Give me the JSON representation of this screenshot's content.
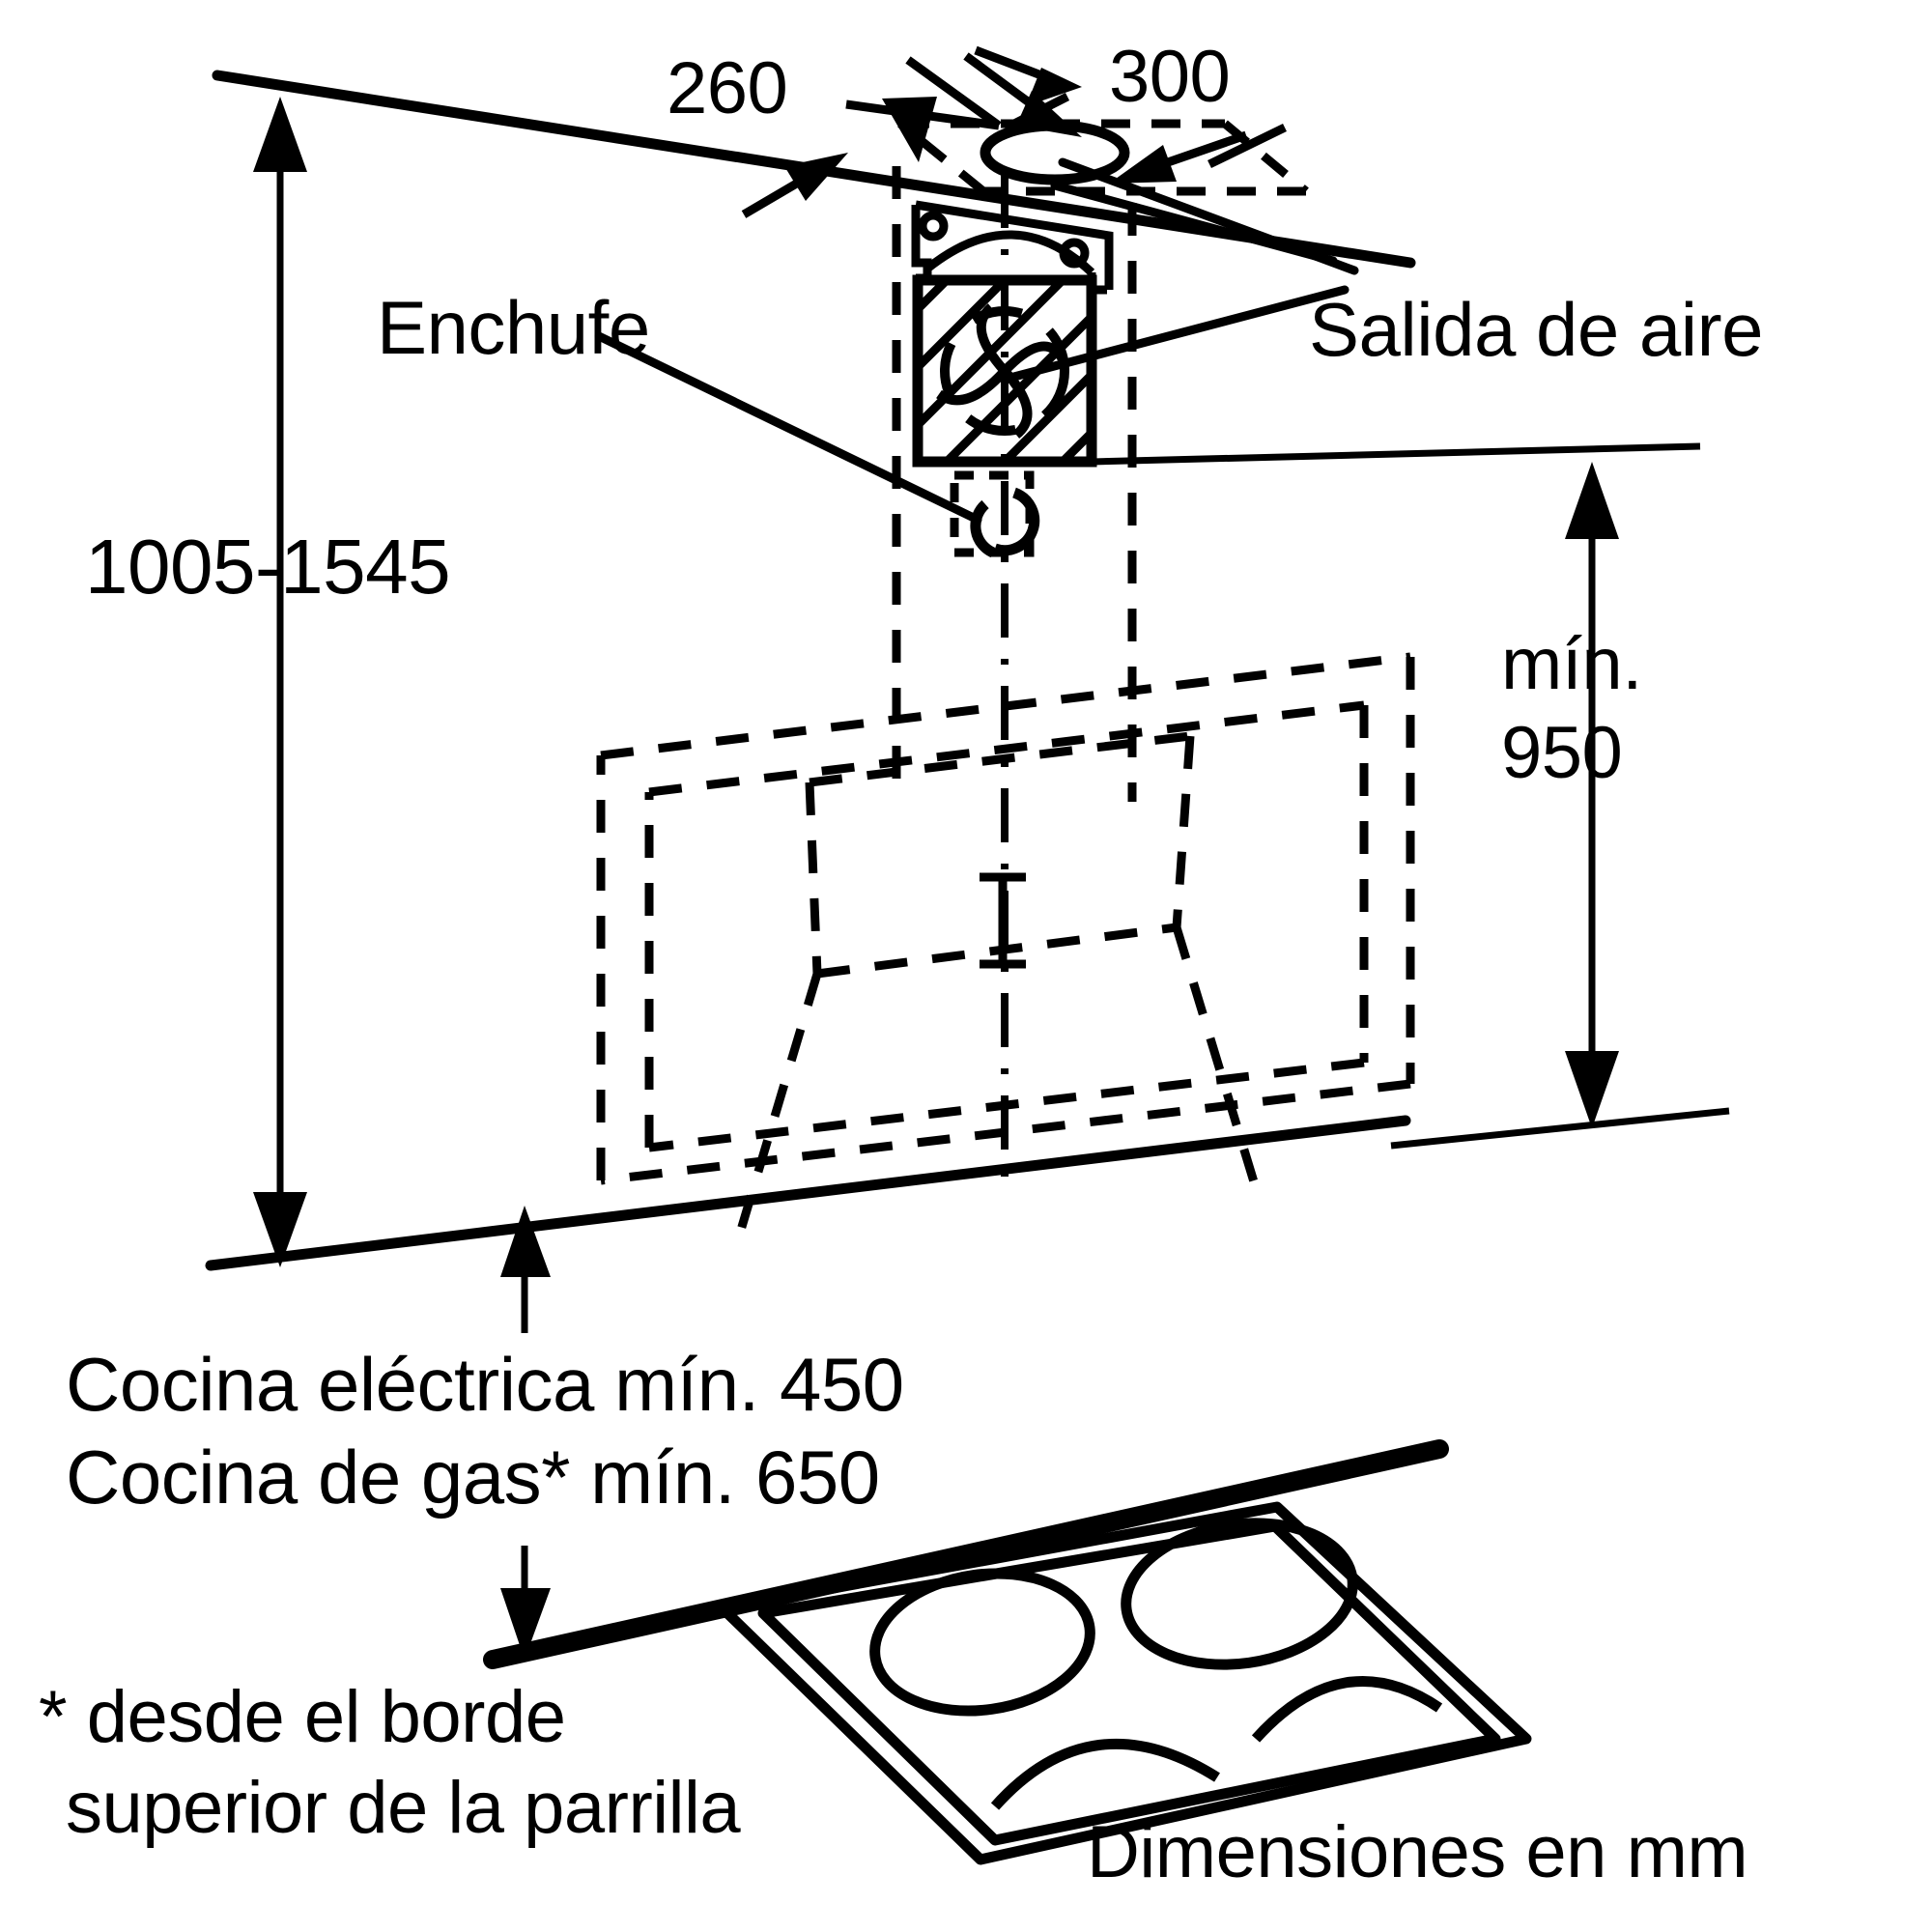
{
  "diagram": {
    "title_note": "Dimensiones en mm",
    "units": "mm",
    "stroke_color": "#000000",
    "background_color": "#ffffff"
  },
  "dimensions": {
    "height_range": "1005-1545",
    "depth_260": "260",
    "width_300": "300",
    "min_clearance": {
      "line1": "mín.",
      "line2": "950"
    }
  },
  "callouts": {
    "plug": "Enchufe",
    "air_outlet": "Salida de aire"
  },
  "clearance_notes": {
    "electric": "Cocina eléctrica mín. 450",
    "gas": "Cocina de gas* mín. 650"
  },
  "footnote": {
    "line1": "* desde el borde",
    "line2": "superior de la parrilla"
  },
  "icons": {
    "arrow_up": "arrow-up-icon",
    "arrow_down": "arrow-down-icon",
    "leader_arrow": "leader-arrow-icon",
    "ellipse_outlet": "air-outlet-ellipse-icon",
    "socket": "power-socket-icon",
    "motor": "motor-fan-icon",
    "cooktop": "cooktop-icon"
  },
  "chart_data": {
    "type": "table",
    "title": "Campana extractora — medidas de montaje",
    "categories": [
      "1005-1545",
      "260",
      "300",
      "mín. 950",
      "Cocina eléctrica mín. 450",
      "Cocina de gas* mín. 650"
    ],
    "values": [
      1005,
      260,
      300,
      950,
      450,
      650
    ]
  }
}
